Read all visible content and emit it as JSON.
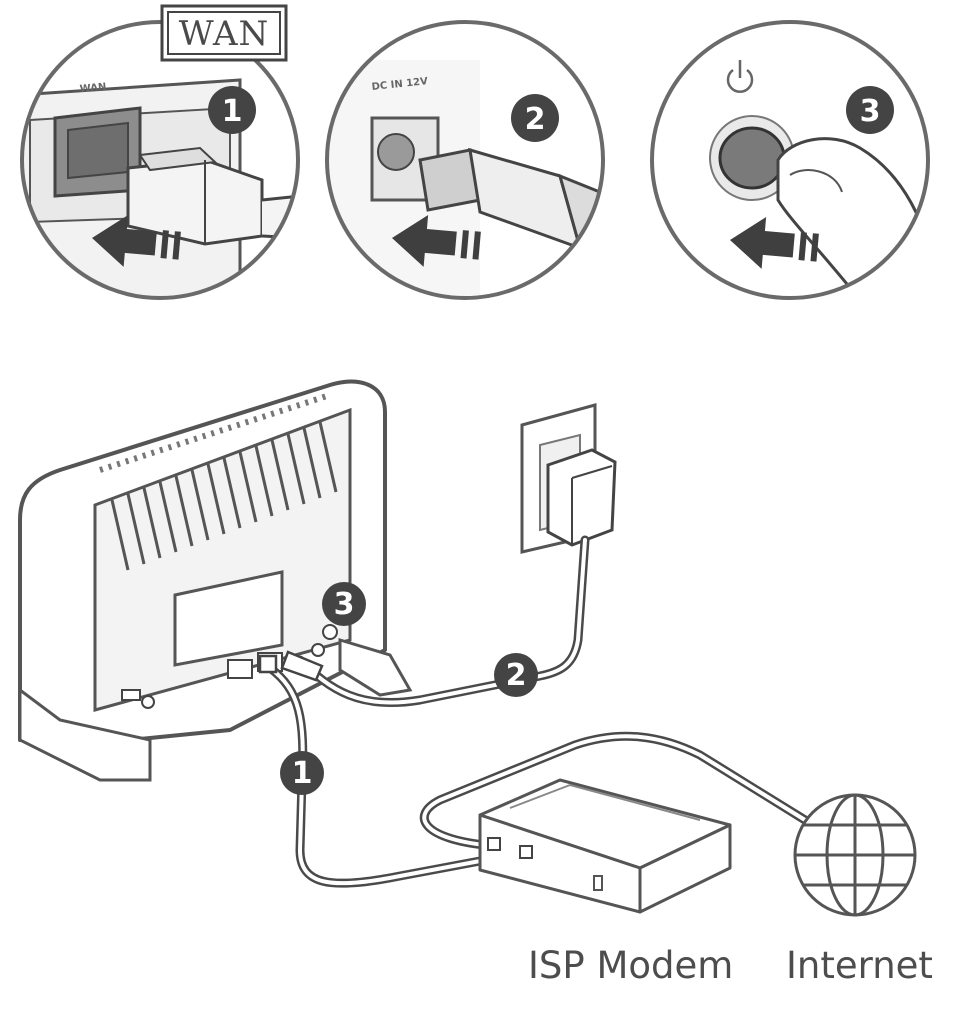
{
  "steps": [
    "1",
    "2",
    "3"
  ],
  "wan_tag": "WAN",
  "port_label_wan": "WAN",
  "port_label_dc": "DC IN 12V",
  "captions": {
    "modem": "ISP Modem",
    "internet": "Internet"
  },
  "colors": {
    "line": "#4a4a4a",
    "badge": "#444444",
    "button": "#7a7a7a"
  }
}
